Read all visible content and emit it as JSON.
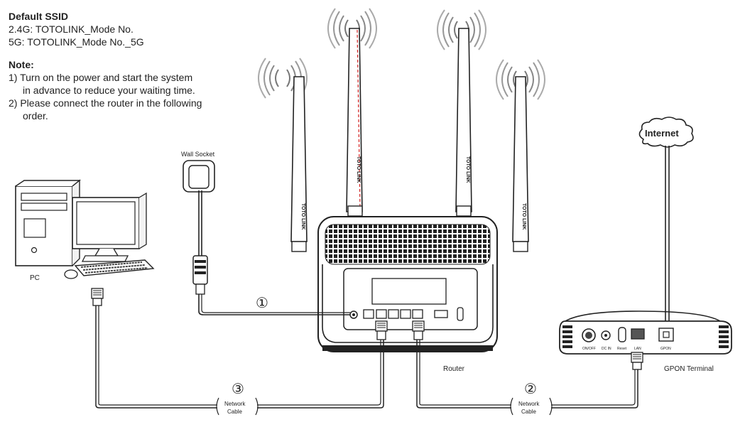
{
  "notes": {
    "ssid_heading": "Default SSID",
    "ssid_24": "2.4G: TOTOLINK_Mode No.",
    "ssid_5": "5G: TOTOLINK_Mode No._5G",
    "note_heading": "Note:",
    "note1_line1": "1) Turn on the power and start the system",
    "note1_line2": "in advance to reduce your waiting time.",
    "note2_line1": "2) Please connect the router in the following",
    "note2_line2": "order."
  },
  "labels": {
    "wall_socket": "Wall Socket",
    "pc": "PC",
    "router": "Router",
    "gpon_terminal": "GPON Terminal",
    "internet": "Internet",
    "antenna_brand": "TOTO LINK",
    "network_cable_line1": "Network",
    "network_cable_line2": "Cable",
    "step1": "①",
    "step2": "②",
    "step3": "③",
    "gpon_port_onoff": "ON/OFF",
    "gpon_port_dcin": "DC IN",
    "gpon_port_reset": "Reset",
    "gpon_port_lan": "LAN",
    "gpon_port_gpon": "GPON"
  },
  "colors": {
    "line": "#222222",
    "fill_light": "#f2f2f2",
    "fill_dark": "#333333",
    "accent_red": "#d22020"
  },
  "icons": {
    "wifi_signal": "wifi-signal-icon",
    "cloud": "cloud-icon",
    "power_plug": "power-plug-icon",
    "rj45_plug": "rj45-plug-icon"
  }
}
